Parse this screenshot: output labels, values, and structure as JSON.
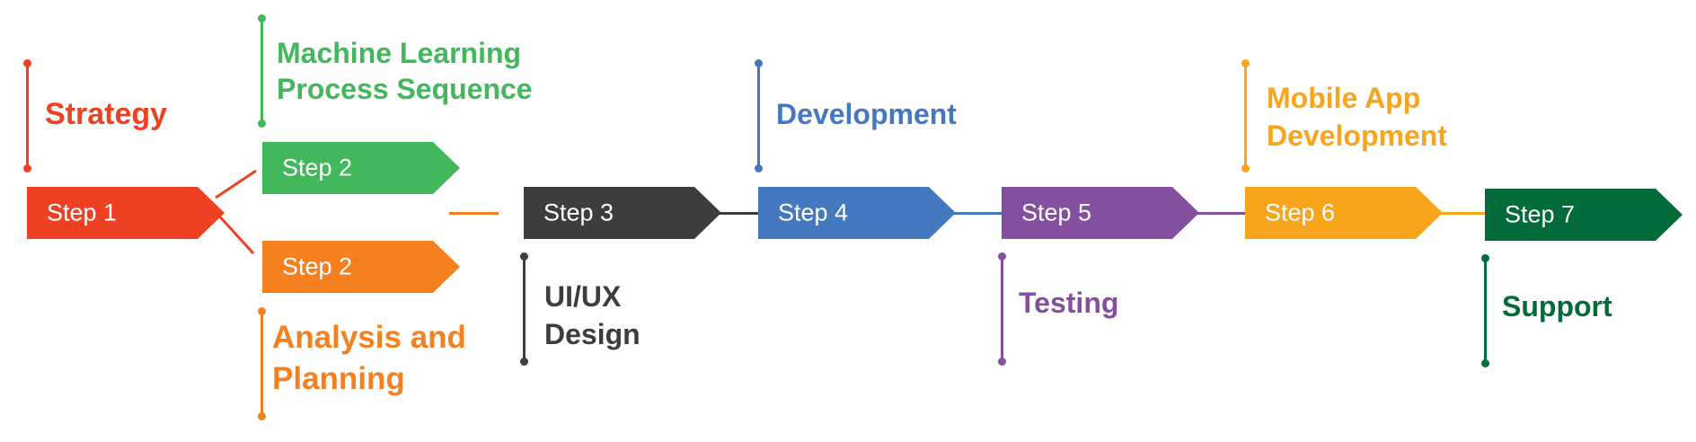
{
  "colors": {
    "step1": "#ee4123",
    "step2_top": "#42b75c",
    "step2_bottom": "#f4801f",
    "step3": "#3d3e3c",
    "step4": "#4479c0",
    "step5": "#854f9f",
    "step6": "#f9a51b",
    "step7": "#036a39"
  },
  "steps": {
    "step1": {
      "label": "Step 1",
      "title": "Strategy"
    },
    "step2_top": {
      "label": "Step 2",
      "title_line1": "Machine Learning",
      "title_line2": "Process Sequence"
    },
    "step2_bottom": {
      "label": "Step 2",
      "title_line1": "Analysis and",
      "title_line2": "Planning"
    },
    "step3": {
      "label": "Step 3",
      "title_line1": "UI/UX",
      "title_line2": "Design"
    },
    "step4": {
      "label": "Step 4",
      "title": "Development"
    },
    "step5": {
      "label": "Step 5",
      "title": "Testing"
    },
    "step6": {
      "label": "Step 6",
      "title_line1": "Mobile App",
      "title_line2": "Development"
    },
    "step7": {
      "label": "Step 7",
      "title": "Support"
    }
  }
}
